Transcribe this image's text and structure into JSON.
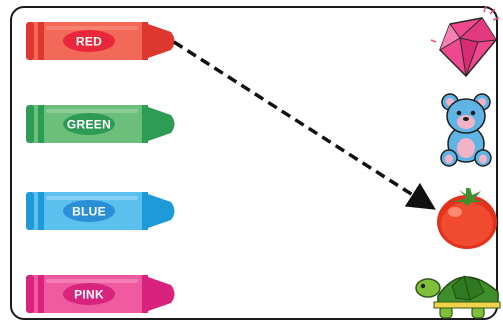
{
  "crayons": [
    {
      "label": "RED",
      "body": "#f2695a",
      "dark": "#dd3730",
      "light": "#f99583",
      "badge": "#e8273a",
      "text": "#ffffff"
    },
    {
      "label": "GREEN",
      "body": "#6cbf7b",
      "dark": "#2e9c57",
      "light": "#a8dab0",
      "badge": "#2f9a55",
      "text": "#ffffff"
    },
    {
      "label": "BLUE",
      "body": "#5cc0ef",
      "dark": "#1f9ad8",
      "light": "#a4dcf6",
      "badge": "#2a8fd6",
      "text": "#ffffff"
    },
    {
      "label": "PINK",
      "body": "#ef5aa0",
      "dark": "#d8227e",
      "light": "#f79bc8",
      "badge": "#d8247c",
      "text": "#ffffff"
    }
  ],
  "pictures": [
    {
      "name": "gem",
      "icon": "gem-icon"
    },
    {
      "name": "teddy",
      "icon": "teddy-bear-icon"
    },
    {
      "name": "tomato",
      "icon": "tomato-icon"
    },
    {
      "name": "turtle",
      "icon": "turtle-icon"
    }
  ],
  "connection": {
    "from": "RED",
    "to": "tomato",
    "style": "dashed-arrow",
    "color": "#111111"
  }
}
